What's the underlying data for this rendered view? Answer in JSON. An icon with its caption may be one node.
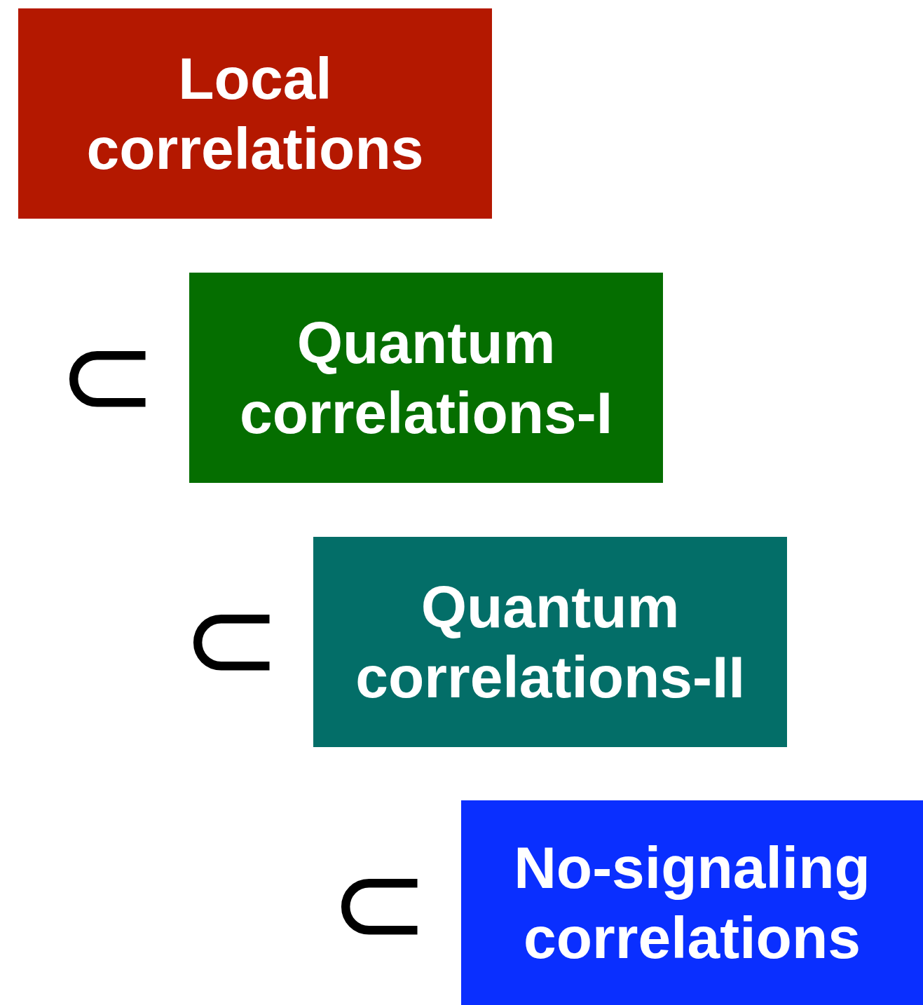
{
  "diagram": {
    "nodes": [
      {
        "text": [
          "Local correlations"
        ]
      },
      {
        "text": [
          "Quantum correlations-I"
        ]
      },
      {
        "text": [
          "Quantum correlations-II"
        ]
      },
      {
        "text": [
          "No-signaling correlations"
        ]
      }
    ],
    "labels": [
      "⊂",
      "⊂",
      "⊂"
    ]
  }
}
